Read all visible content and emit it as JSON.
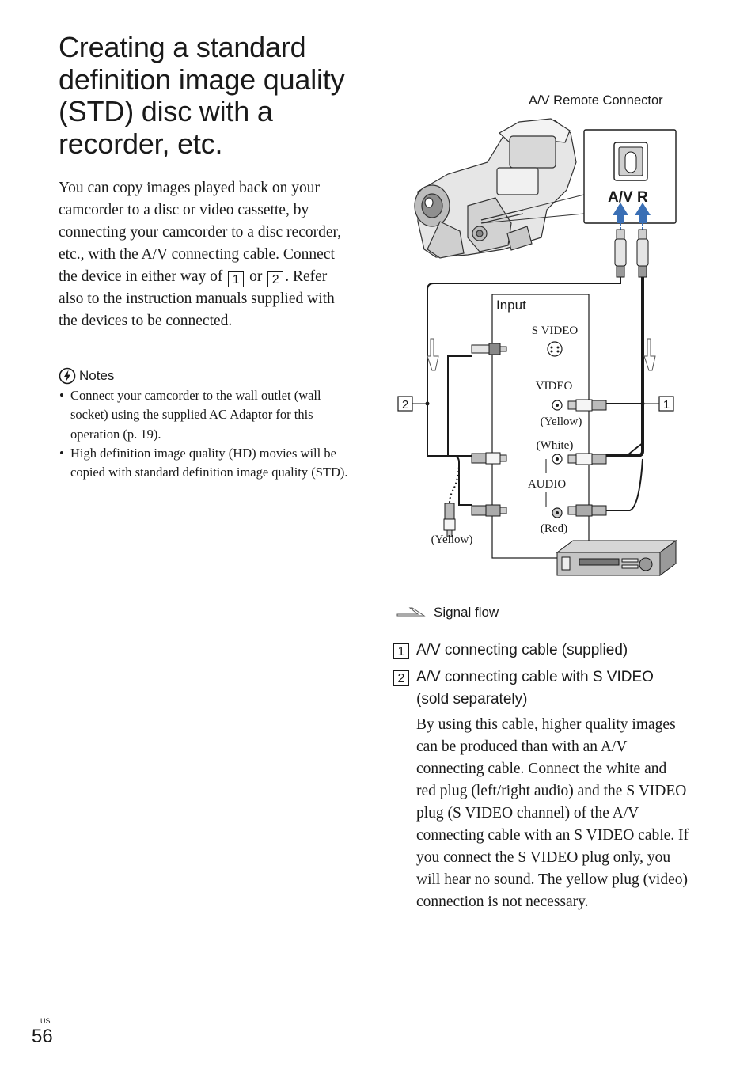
{
  "title": "Creating a standard definition image quality (STD) disc with a recorder, etc.",
  "intro": {
    "text_before": "You can copy images played back on your camcorder to a disc or video cassette, by connecting your camcorder to a disc recorder, etc., with the A/V connecting cable. Connect the device in either way of ",
    "num1": "1",
    "or": " or ",
    "num2": "2",
    "text_after": ". Refer also to the instruction manuals supplied with the devices to be connected."
  },
  "notes": {
    "heading": "Notes",
    "items": [
      "Connect your camcorder to the wall outlet (wall socket) using the supplied AC Adaptor for this operation (p. 19).",
      "High definition image quality (HD) movies will be copied with standard definition image quality (STD)."
    ]
  },
  "diagram": {
    "connector_label": "A/V Remote Connector",
    "jack_label": "A/V R",
    "input_label": "Input",
    "svideo_label": "S VIDEO",
    "video_label": "VIDEO",
    "video_color": "(Yellow)",
    "white_label": "(White)",
    "audio_label": "AUDIO",
    "red_label": "(Red)",
    "plug_yellow_label": "(Yellow)",
    "marker_1": "1",
    "marker_2": "2",
    "signal_flow_label": "Signal flow",
    "arrow_color": "#3a6fb5"
  },
  "legend": [
    {
      "num": "1",
      "label": "A/V connecting cable (supplied)",
      "desc": ""
    },
    {
      "num": "2",
      "label": "A/V connecting cable with S VIDEO (sold separately)",
      "desc": "By using this cable, higher quality images can be produced than with an A/V connecting cable. Connect the white and red plug (left/right audio) and the S VIDEO plug (S VIDEO channel) of the A/V connecting cable with an S VIDEO cable. If you connect the S VIDEO plug only, you will hear no sound. The yellow plug (video) connection is not necessary."
    }
  ],
  "footer": {
    "page_number": "56",
    "region": "US"
  }
}
